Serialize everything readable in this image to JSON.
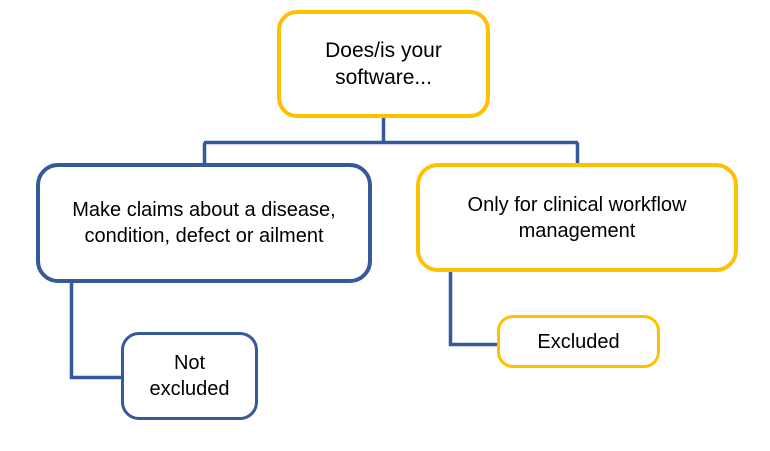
{
  "diagram": {
    "title": "Does/is your software decision tree",
    "colors": {
      "accent_orange": "#FFC000",
      "accent_blue": "#35599B",
      "connector_blue": "#35599B",
      "text": "#000000",
      "background": "#FFFFFF"
    },
    "nodes": [
      {
        "id": "root",
        "label": "Does/is your\nsoftware...",
        "border_color": "#FFC000"
      },
      {
        "id": "claims",
        "label": "Make claims about a disease,\ncondition, defect or ailment",
        "border_color": "#35599B"
      },
      {
        "id": "workflow",
        "label": "Only for clinical workflow\nmanagement",
        "border_color": "#FFC000"
      },
      {
        "id": "not-excluded",
        "label": "Not\nexcluded",
        "border_color": "#35599B"
      },
      {
        "id": "excluded",
        "label": "Excluded",
        "border_color": "#FFC000"
      }
    ],
    "edges": [
      {
        "id": "root-to-split",
        "from": "root",
        "to": "split-bar"
      },
      {
        "id": "split-to-claims",
        "from": "split-bar",
        "to": "claims"
      },
      {
        "id": "split-to-workflow",
        "from": "split-bar",
        "to": "workflow"
      },
      {
        "id": "claims-to-not-excluded",
        "from": "claims",
        "to": "not-excluded"
      },
      {
        "id": "workflow-to-excluded",
        "from": "workflow",
        "to": "excluded"
      }
    ]
  }
}
